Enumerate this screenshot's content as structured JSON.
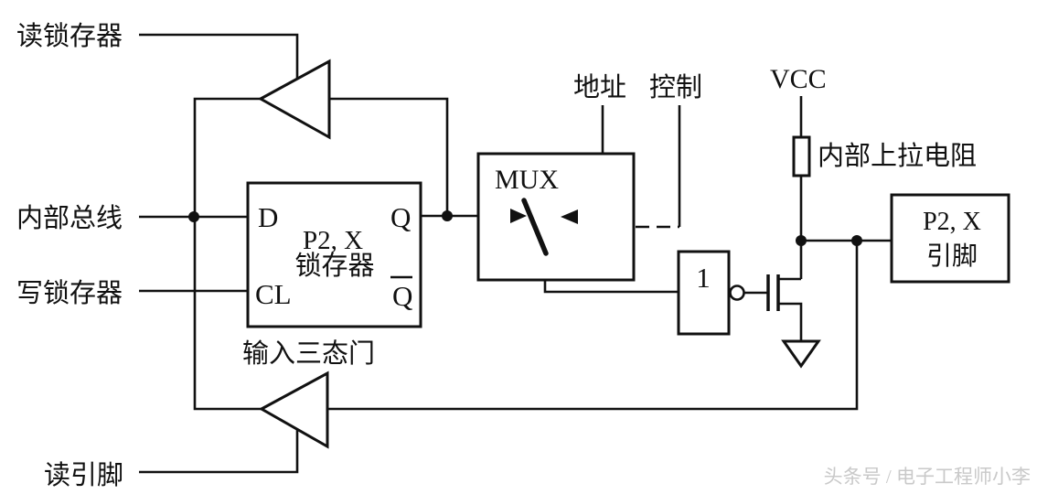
{
  "diagram": {
    "left_labels": {
      "read_latch": "读锁存器",
      "internal_bus": "内部总线",
      "write_latch": "写锁存器",
      "read_pin": "读引脚"
    },
    "latch": {
      "d": "D",
      "q": "Q",
      "cl": "CL",
      "q_bar": "Q",
      "title_line1": "P2, X",
      "title_line2": "锁存器",
      "caption": "输入三态门"
    },
    "mux": {
      "label": "MUX",
      "address": "地址",
      "control": "控制"
    },
    "inverter": {
      "label": "1"
    },
    "power": {
      "vcc": "VCC",
      "pullup_resistor": "内部上拉电阻"
    },
    "pin_box": {
      "line1": "P2, X",
      "line2": "引脚"
    },
    "watermark": "头条号 / 电子工程师小李",
    "colors": {
      "line": "#111111",
      "background": "#ffffff",
      "watermark": "#c9c9c9"
    }
  }
}
